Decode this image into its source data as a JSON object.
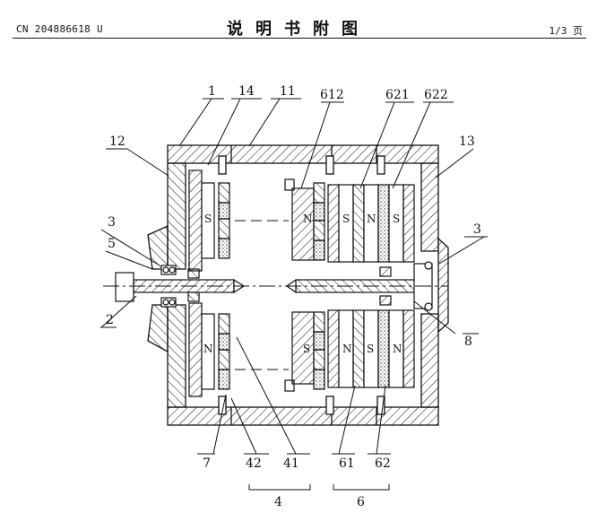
{
  "header": {
    "patent_number": "CN 204886618 U",
    "section_title": "说明书附图",
    "page": "1/3 页"
  },
  "figure": {
    "pole_labels": {
      "s": "S",
      "n": "N"
    },
    "labels": {
      "l1": "1",
      "l14": "14",
      "l11": "11",
      "l612": "612",
      "l621": "621",
      "l622": "622",
      "l12": "12",
      "l13": "13",
      "l3": "3",
      "l5": "5",
      "l2": "2",
      "l8": "8",
      "l7": "7",
      "l42": "42",
      "l41": "41",
      "l61": "61",
      "l62": "62",
      "l4": "4",
      "l6": "6"
    }
  }
}
